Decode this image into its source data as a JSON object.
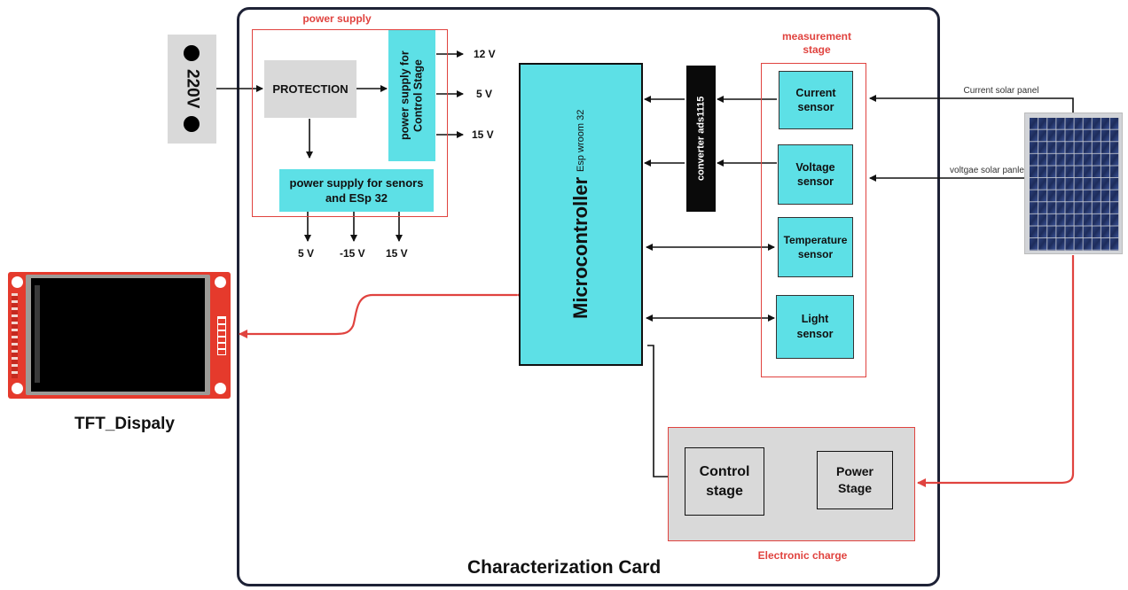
{
  "mains": {
    "label": "220V"
  },
  "power_supply": {
    "title": "power supply",
    "protection": "PROTECTION",
    "control_stage_supply": "power supply for Control Stage",
    "sensors_supply": "power supply for senors and ESp 32",
    "outputs_right": [
      "12 V",
      "5 V",
      "15 V"
    ],
    "outputs_bottom": [
      "5 V",
      "-15 V",
      "15 V"
    ]
  },
  "microcontroller": {
    "title": "Microcontroller",
    "subtitle": "Esp wroom 32"
  },
  "converter": {
    "label": "converter ads1115"
  },
  "measurement_stage": {
    "title": "measurement stage",
    "sensors": [
      "Current sensor",
      "Voltage sensor",
      "Temperature sensor",
      "Light sensor"
    ]
  },
  "solar_panel": {
    "current_label": "Current solar panel",
    "voltage_label": "voltgae solar panle"
  },
  "tft": {
    "label": "TFT_Dispaly"
  },
  "electronic_charge": {
    "title": "Electronic charge",
    "control_stage": "Control stage",
    "power_stage": "Power Stage"
  },
  "card": {
    "title": "Characterization Card"
  },
  "colors": {
    "cyan": "#5de0e6",
    "red": "#e0433f",
    "grey": "#d9d9d9",
    "frame": "#1e2236",
    "tft_board": "#e53a2c"
  }
}
